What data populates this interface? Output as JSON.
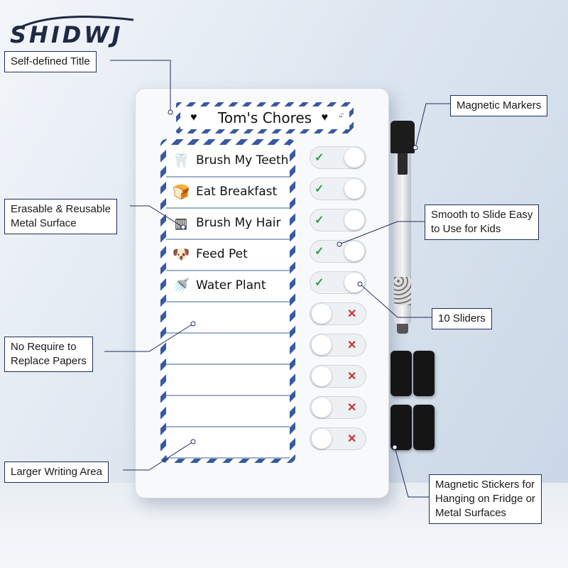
{
  "brand": "SHIDWJ",
  "board": {
    "title": "Tom's Chores",
    "chores": [
      {
        "label": "Brush My Teeth",
        "icon": "tooth-icon",
        "glyph": "🦷"
      },
      {
        "label": "Eat Breakfast",
        "icon": "bread-icon",
        "glyph": "🍞"
      },
      {
        "label": "Brush My Hair",
        "icon": "comb-icon",
        "glyph": "▥"
      },
      {
        "label": "Feed Pet",
        "icon": "dog-icon",
        "glyph": "🐶"
      },
      {
        "label": "Water Plant",
        "icon": "watering-can-icon",
        "glyph": "🚿"
      },
      {
        "label": "",
        "icon": "",
        "glyph": ""
      },
      {
        "label": "",
        "icon": "",
        "glyph": ""
      },
      {
        "label": "",
        "icon": "",
        "glyph": ""
      },
      {
        "label": "",
        "icon": "",
        "glyph": ""
      },
      {
        "label": "",
        "icon": "",
        "glyph": ""
      }
    ],
    "sliders": [
      "done",
      "done",
      "done",
      "done",
      "done",
      "todo",
      "todo",
      "todo",
      "todo",
      "todo"
    ],
    "slider_count": 10
  },
  "callouts": {
    "title": "Self-defined Title",
    "surface": "Erasable & Reusable\nMetal Surface",
    "no_paper": "No Require to\nReplace Papers",
    "writing": "Larger Writing Area",
    "markers": "Magnetic Markers",
    "smooth": "Smooth to Slide Easy\nto Use for Kids",
    "sliders": "10 Sliders",
    "stickers": "Magnetic Stickers for\nHanging on Fridge or\nMetal Surfaces"
  },
  "colors": {
    "stripe": "#3a5aa0",
    "check": "#2e9e4a",
    "cross": "#d02f2f",
    "callout_border": "#1f2f5a"
  }
}
